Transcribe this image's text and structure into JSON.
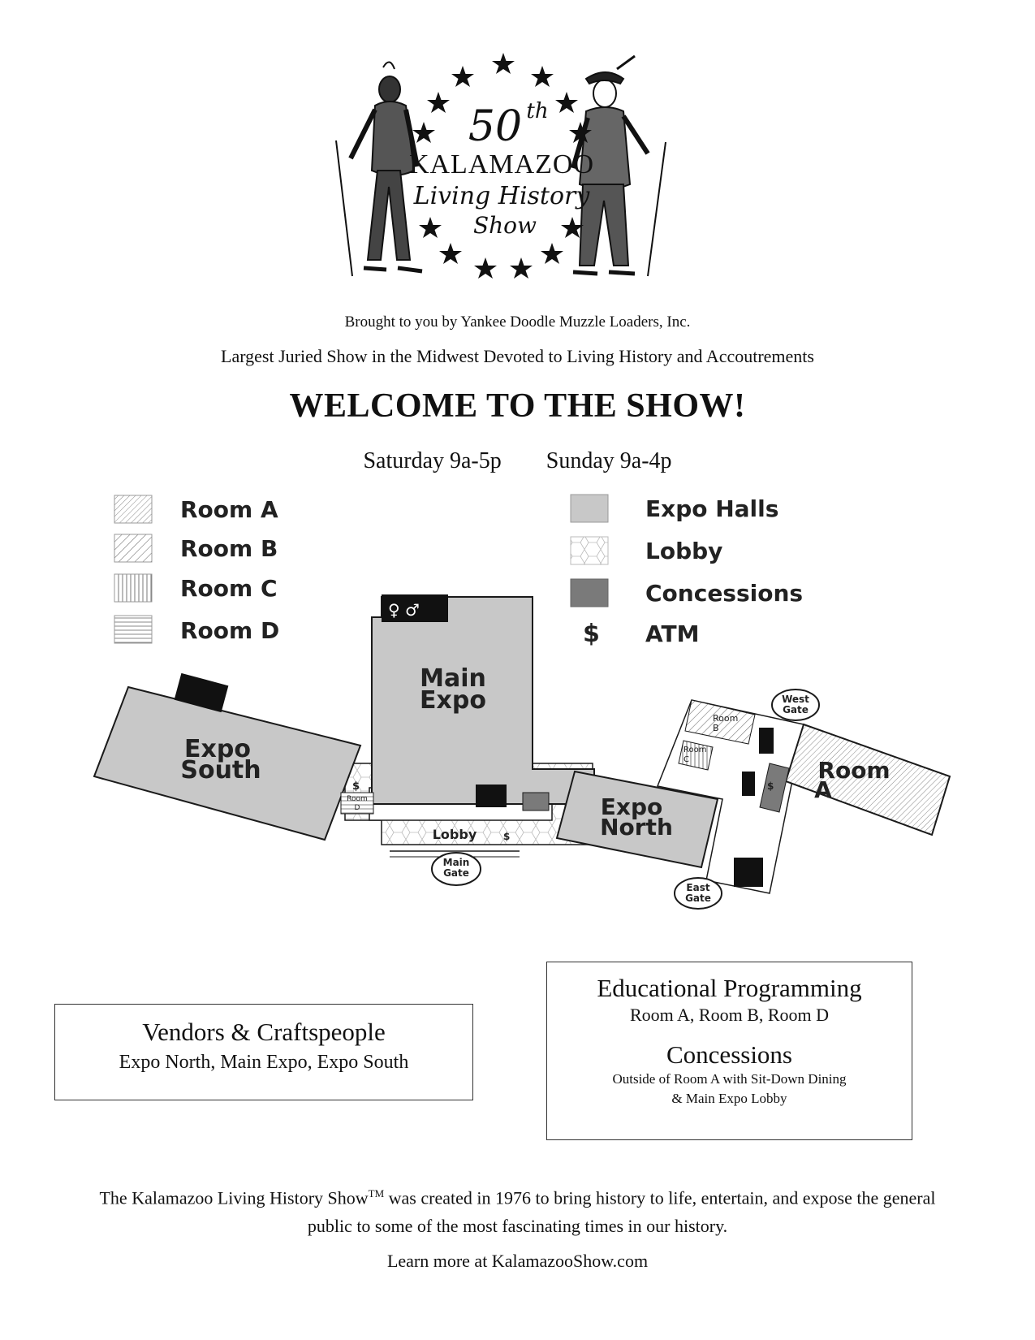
{
  "logo": {
    "number": "50",
    "number_suffix": "th",
    "line1": "KALAMAZOO",
    "line2": "Living History",
    "line3": "Show"
  },
  "header": {
    "sponsor": "Brought to you by Yankee Doodle Muzzle Loaders, Inc.",
    "tagline": "Largest Juried Show in the Midwest Devoted to Living History and Accoutrements",
    "welcome": "WELCOME TO THE SHOW!",
    "hours_saturday": "Saturday 9a-5p",
    "hours_sunday": "Sunday 9a-4p"
  },
  "legend": {
    "left": [
      {
        "label": "Room A",
        "pattern": "diag-fine"
      },
      {
        "label": "Room B",
        "pattern": "diag-coarse"
      },
      {
        "label": "Room C",
        "pattern": "vertical"
      },
      {
        "label": "Room D",
        "pattern": "horizontal"
      }
    ],
    "right": [
      {
        "label": "Expo Halls",
        "fill": "#c8c8c8"
      },
      {
        "label": "Lobby",
        "pattern": "hex"
      },
      {
        "label": "Concessions",
        "fill": "#7a7a7a"
      },
      {
        "label": "ATM",
        "symbol": "$"
      }
    ]
  },
  "map": {
    "main_expo": [
      "Main",
      "Expo"
    ],
    "expo_south": [
      "Expo",
      "South"
    ],
    "expo_north": [
      "Expo",
      "North"
    ],
    "room_a": [
      "Room",
      "A"
    ],
    "room_b": [
      "Room",
      "B"
    ],
    "room_c": [
      "Room",
      "C"
    ],
    "room_d": [
      "Room",
      "D"
    ],
    "lobby": "Lobby",
    "atm_symbol": "$",
    "main_gate": [
      "Main",
      "Gate"
    ],
    "west_gate": [
      "West",
      "Gate"
    ],
    "east_gate": [
      "East",
      "Gate"
    ],
    "colors": {
      "expo": "#c8c8c8",
      "concession": "#7a7a7a",
      "outline": "#1a1a1a",
      "restroom": "#111111"
    }
  },
  "vendors_box": {
    "title": "Vendors & Craftspeople",
    "locations": "Expo North, Main Expo, Expo South"
  },
  "info_box": {
    "edu_title": "Educational Programming",
    "edu_rooms": "Room A, Room B, Room D",
    "conc_title": "Concessions",
    "conc_line1": "Outside of Room A with Sit-Down Dining",
    "conc_line2": "& Main Expo Lobby"
  },
  "footer": {
    "about_part1": "The Kalamazoo Living History Show",
    "about_tm": "TM",
    "about_part2": " was created in 1976 to bring history to life, entertain, and expose the general public to some of the most fascinating times in our history.",
    "learn_more": "Learn more at KalamazooShow.com"
  }
}
